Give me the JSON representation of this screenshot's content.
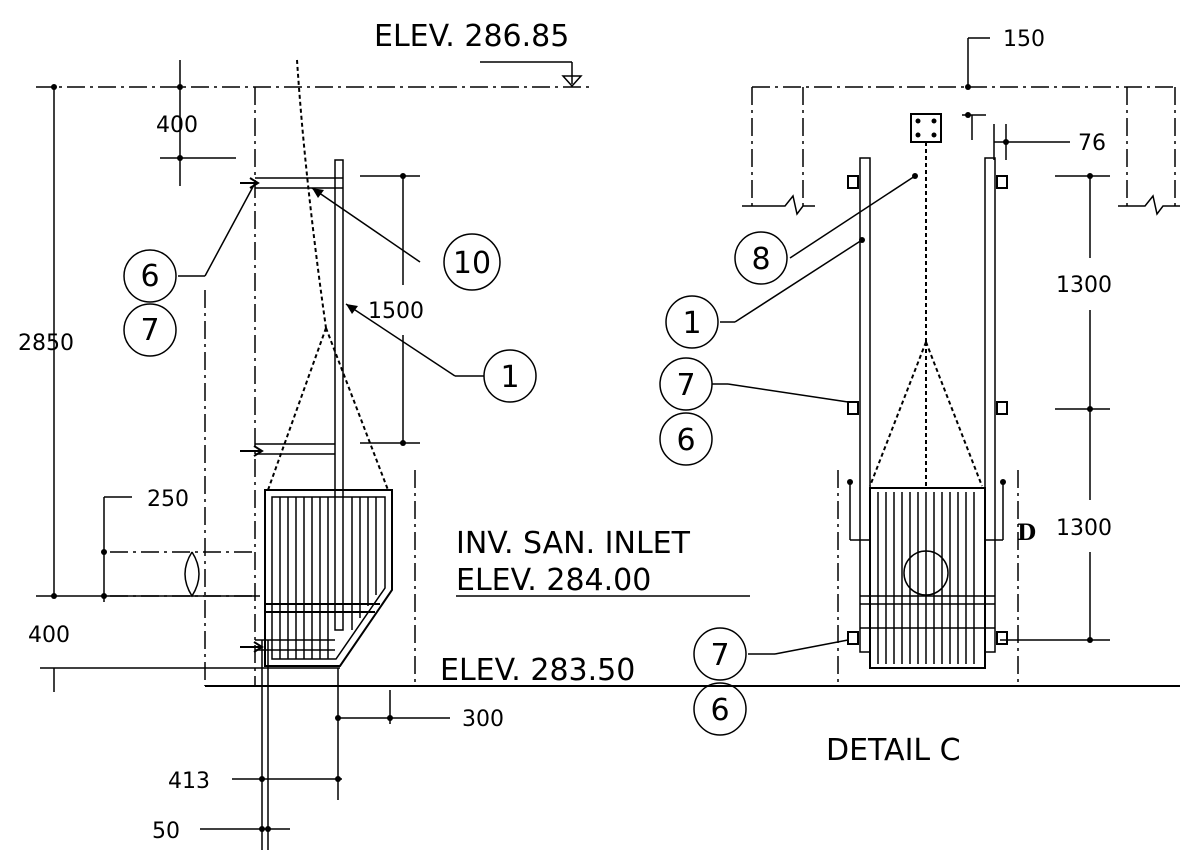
{
  "elevations": {
    "top": "ELEV. 286.85",
    "inlet_label": "INV. SAN. INLET",
    "inlet": "ELEV. 284.00",
    "bottom": "ELEV. 283.50"
  },
  "dims_left": {
    "d400_top": "400",
    "d2850": "2850",
    "d1500": "1500",
    "d250": "250",
    "d400_bottom": "400",
    "d300": "300",
    "d413": "413",
    "d50": "50"
  },
  "dims_right": {
    "d150": "150",
    "d76": "76",
    "d1300_upper": "1300",
    "d1300_lower": "1300",
    "d_label": "D"
  },
  "callouts_left": [
    "6",
    "7",
    "10",
    "1"
  ],
  "callouts_right": [
    "8",
    "1",
    "7",
    "6",
    "7",
    "6"
  ],
  "detail_title": "DETAIL C"
}
